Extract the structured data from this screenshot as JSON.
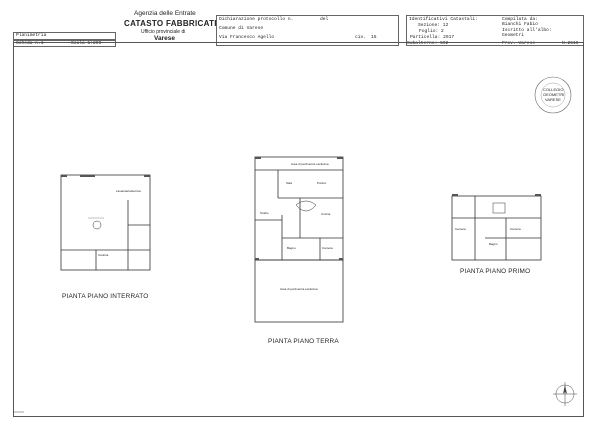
{
  "header": {
    "agency_line1": "Agenzia delle Entrate",
    "agency_line2": "CATASTO FABBRICATI",
    "agency_line3": "Ufficio provinciale di",
    "agency_line4": "Varese",
    "doc_type": "Planimetria",
    "scheda": "Scheda n.1",
    "scala": "Scala 1:200",
    "dichiarazione": "Dichiarazione protocollo n.",
    "del": "del",
    "comune": "Comune di Varese",
    "via": "Via Francesco Agello",
    "civ_label": "civ.",
    "civ": "15",
    "identificativi": "Identificativi Catastali:",
    "sezione": "Sezione: 12",
    "foglio": "Foglio: 2",
    "particella": "Particella: 2917",
    "subalterno": "Subalterno: 502",
    "compilata_da": "Compilata da:",
    "compilatore": "Bianchi Fabio",
    "iscritto": "Iscritto all'albo:",
    "albo": "Geometri",
    "prov": "Prov. Varese",
    "numero": "N.2510"
  },
  "stamp": {
    "line1": "COLLEGIO",
    "line2": "GEOMETRI",
    "line3": "VARESE"
  },
  "plans": {
    "interrato": {
      "title": "PIANTA  PIANO INTERRATO"
    },
    "terra": {
      "title": "PIANTA  PIANO TERRA"
    },
    "primo": {
      "title": "PIANTA  PIANO PRIMO"
    }
  }
}
